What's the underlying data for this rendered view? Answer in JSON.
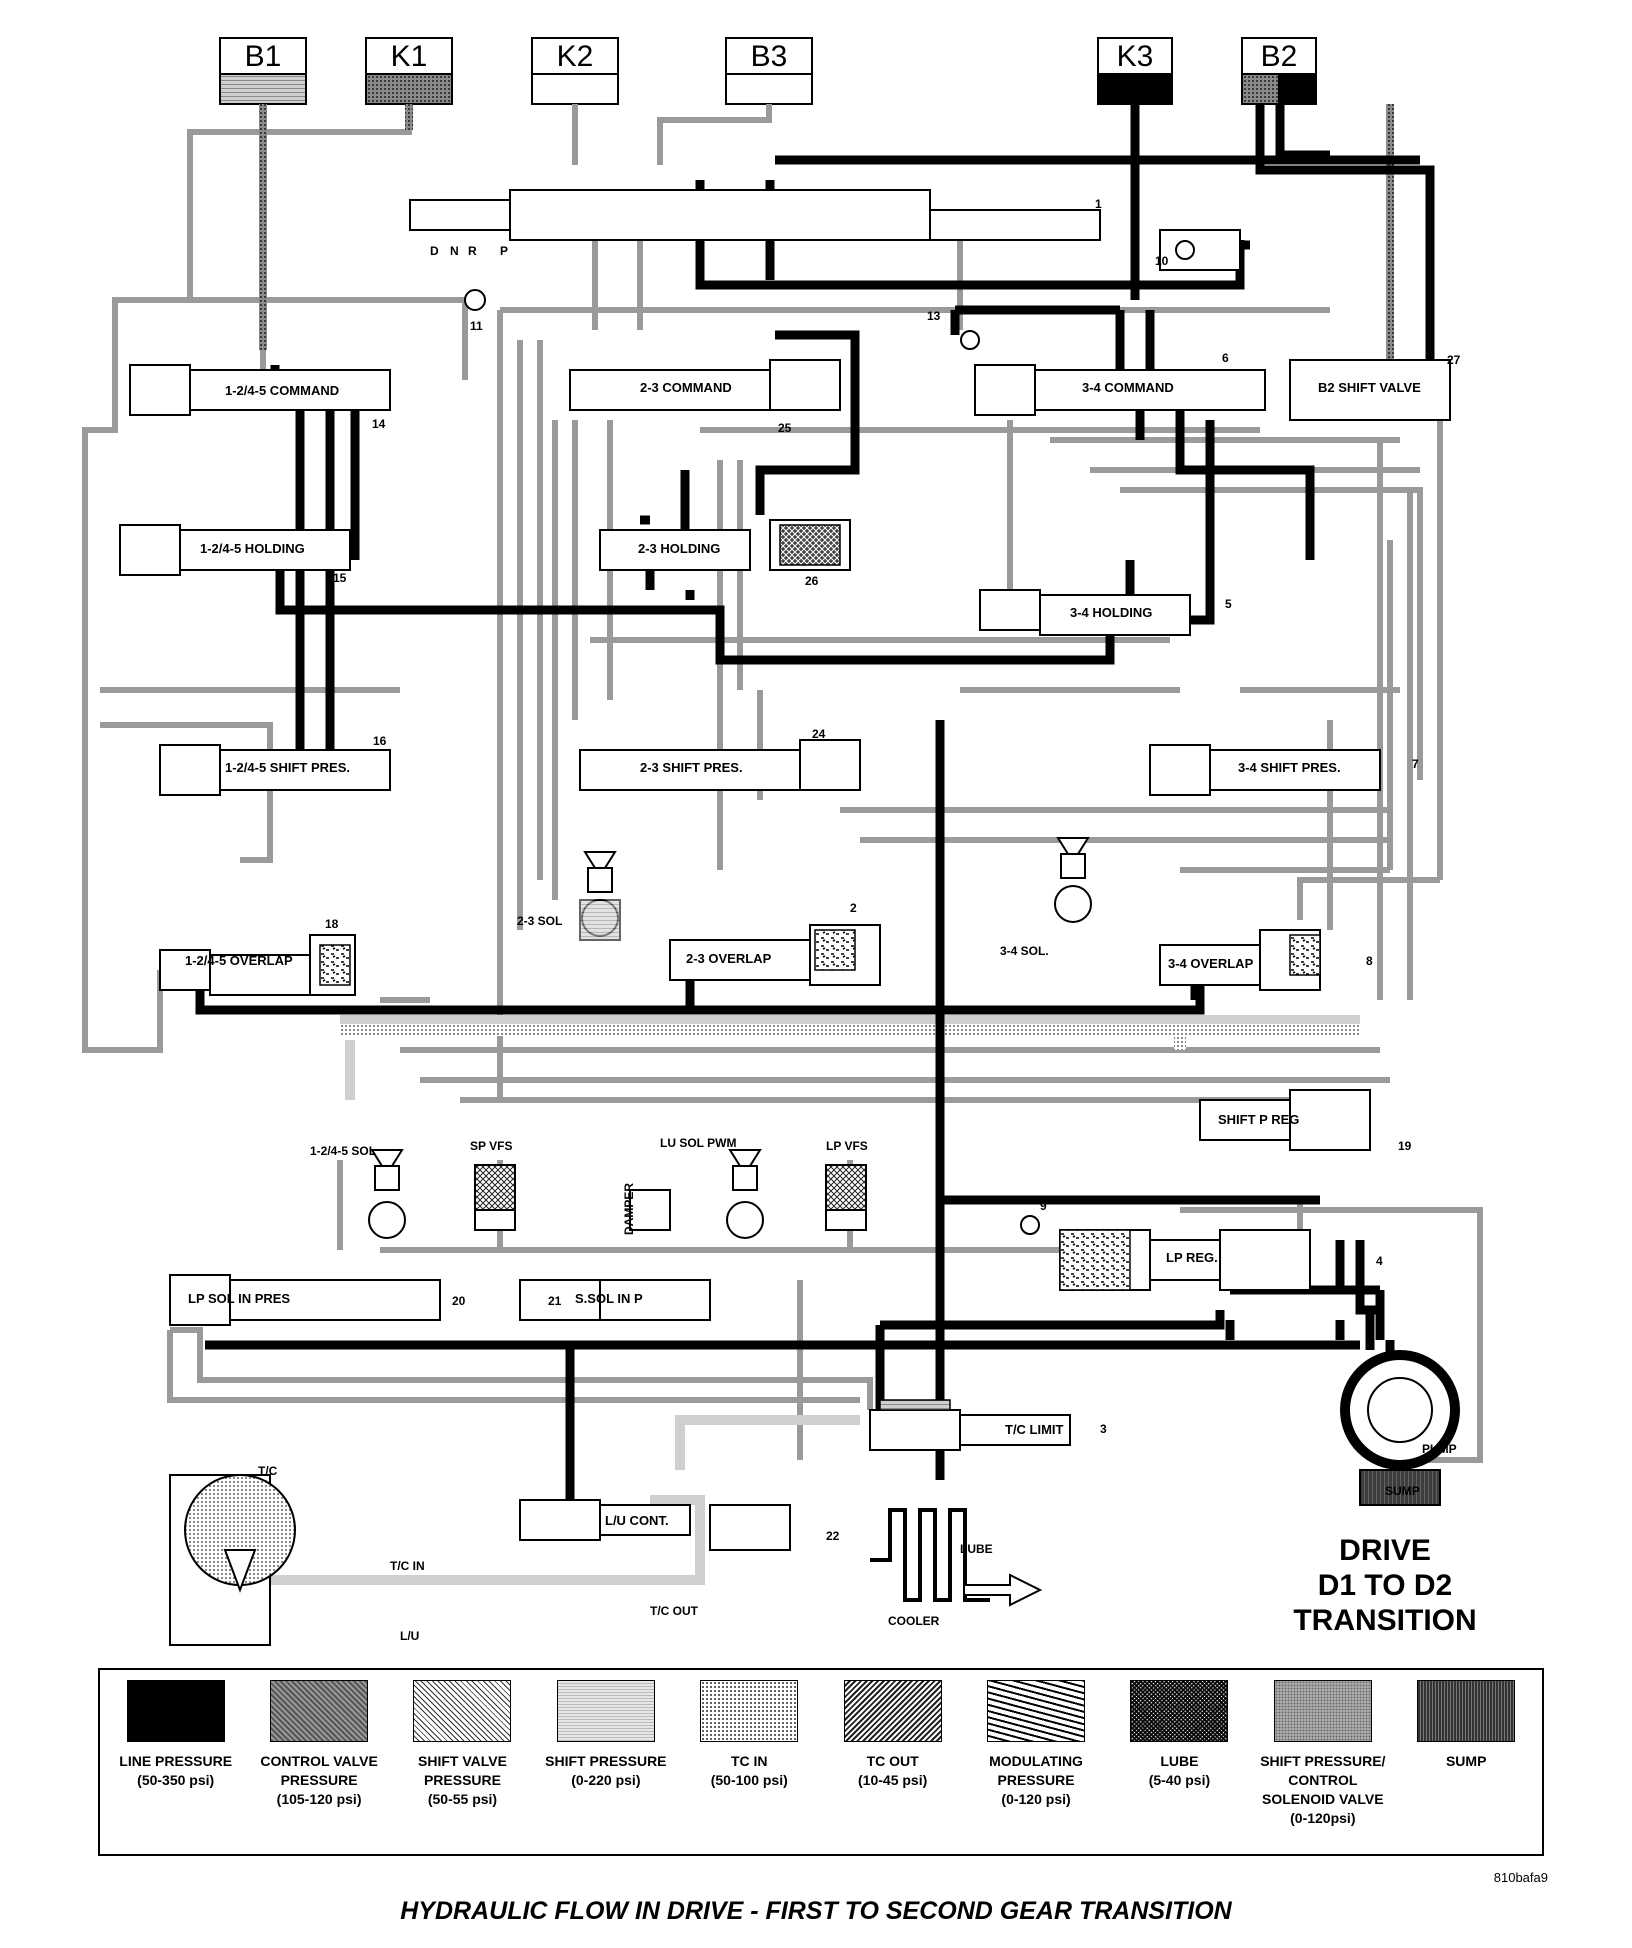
{
  "clutches": [
    {
      "id": "B1",
      "label": "B1"
    },
    {
      "id": "K1",
      "label": "K1"
    },
    {
      "id": "K2",
      "label": "K2"
    },
    {
      "id": "B3",
      "label": "B3"
    },
    {
      "id": "K3",
      "label": "K3"
    },
    {
      "id": "B2",
      "label": "B2"
    }
  ],
  "selector": {
    "positions": [
      "D",
      "N",
      "R",
      "P"
    ]
  },
  "valves": {
    "command_1245": "1-2/4-5 COMMAND",
    "command_23": "2-3 COMMAND",
    "command_34": "3-4 COMMAND",
    "b2_shift": "B2 SHIFT VALVE",
    "holding_1245": "1-2/4-5 HOLDING",
    "holding_23": "2-3 HOLDING",
    "holding_34": "3-4 HOLDING",
    "shiftpres_1245": "1-2/4-5 SHIFT PRES.",
    "shiftpres_23": "2-3 SHIFT PRES.",
    "shiftpres_34": "3-4 SHIFT PRES.",
    "overlap_1245": "1-2/4-5 OVERLAP",
    "overlap_23": "2-3 OVERLAP",
    "overlap_34": "3-4 OVERLAP",
    "shift_p_reg": "SHIFT P REG",
    "lp_reg": "LP REG.",
    "lp_sol_in_pres": "LP SOL IN PRES",
    "s_sol_in_p": "S.SOL IN P",
    "tc_limit": "T/C LIMIT",
    "lu_cont": "L/U CONT."
  },
  "solenoids": {
    "sol_1245": "1-2/4-5 SOL",
    "sol_23": "2-3 SOL",
    "sol_34": "3-4 SOL.",
    "sp_vfs": "SP VFS",
    "lu_sol_pwm": "LU SOL PWM",
    "lp_vfs": "LP VFS",
    "damper": "DAMPER"
  },
  "numbers": [
    "1",
    "2",
    "3",
    "4",
    "5",
    "6",
    "7",
    "8",
    "9",
    "10",
    "11",
    "13",
    "14",
    "15",
    "16",
    "18",
    "19",
    "20",
    "21",
    "22",
    "24",
    "25",
    "26",
    "27"
  ],
  "misc": {
    "tc": "T/C",
    "tc_in": "T/C IN",
    "tc_out": "T/C OUT",
    "lu": "L/U",
    "lube": "LUBE",
    "cooler": "COOLER",
    "pump": "PUMP",
    "sump": "SUMP"
  },
  "title": {
    "line1": "DRIVE",
    "line2": "D1 TO D2",
    "line3": "TRANSITION"
  },
  "legend": [
    {
      "name": "LINE PRESSURE",
      "range": "(50-350 psi)",
      "pattern": "line"
    },
    {
      "name": "CONTROL VALVE PRESSURE",
      "range": "(105-120 psi)",
      "pattern": "control"
    },
    {
      "name": "SHIFT VALVE PRESSURE",
      "range": "(50-55 psi)",
      "pattern": "shiftvalve"
    },
    {
      "name": "SHIFT PRESSURE",
      "range": "(0-220 psi)",
      "pattern": "shift"
    },
    {
      "name": "TC IN",
      "range": "(50-100 psi)",
      "pattern": "tcin"
    },
    {
      "name": "TC OUT",
      "range": "(10-45 psi)",
      "pattern": "tcout"
    },
    {
      "name": "MODULATING PRESSURE",
      "range": "(0-120 psi)",
      "pattern": "modulating"
    },
    {
      "name": "LUBE",
      "range": "(5-40 psi)",
      "pattern": "lube"
    },
    {
      "name": "SHIFT PRESSURE/ CONTROL SOLENOID VALVE",
      "range": "(0-120psi)",
      "pattern": "solenoid"
    },
    {
      "name": "SUMP",
      "range": "",
      "pattern": "sump"
    }
  ],
  "figure_id": "810bafa9",
  "caption": "HYDRAULIC FLOW IN DRIVE - FIRST TO SECOND GEAR TRANSITION",
  "colors": {
    "line": "#000000",
    "shift": "#9a9a9a",
    "control": "#6e6e6e",
    "background": "#ffffff"
  }
}
